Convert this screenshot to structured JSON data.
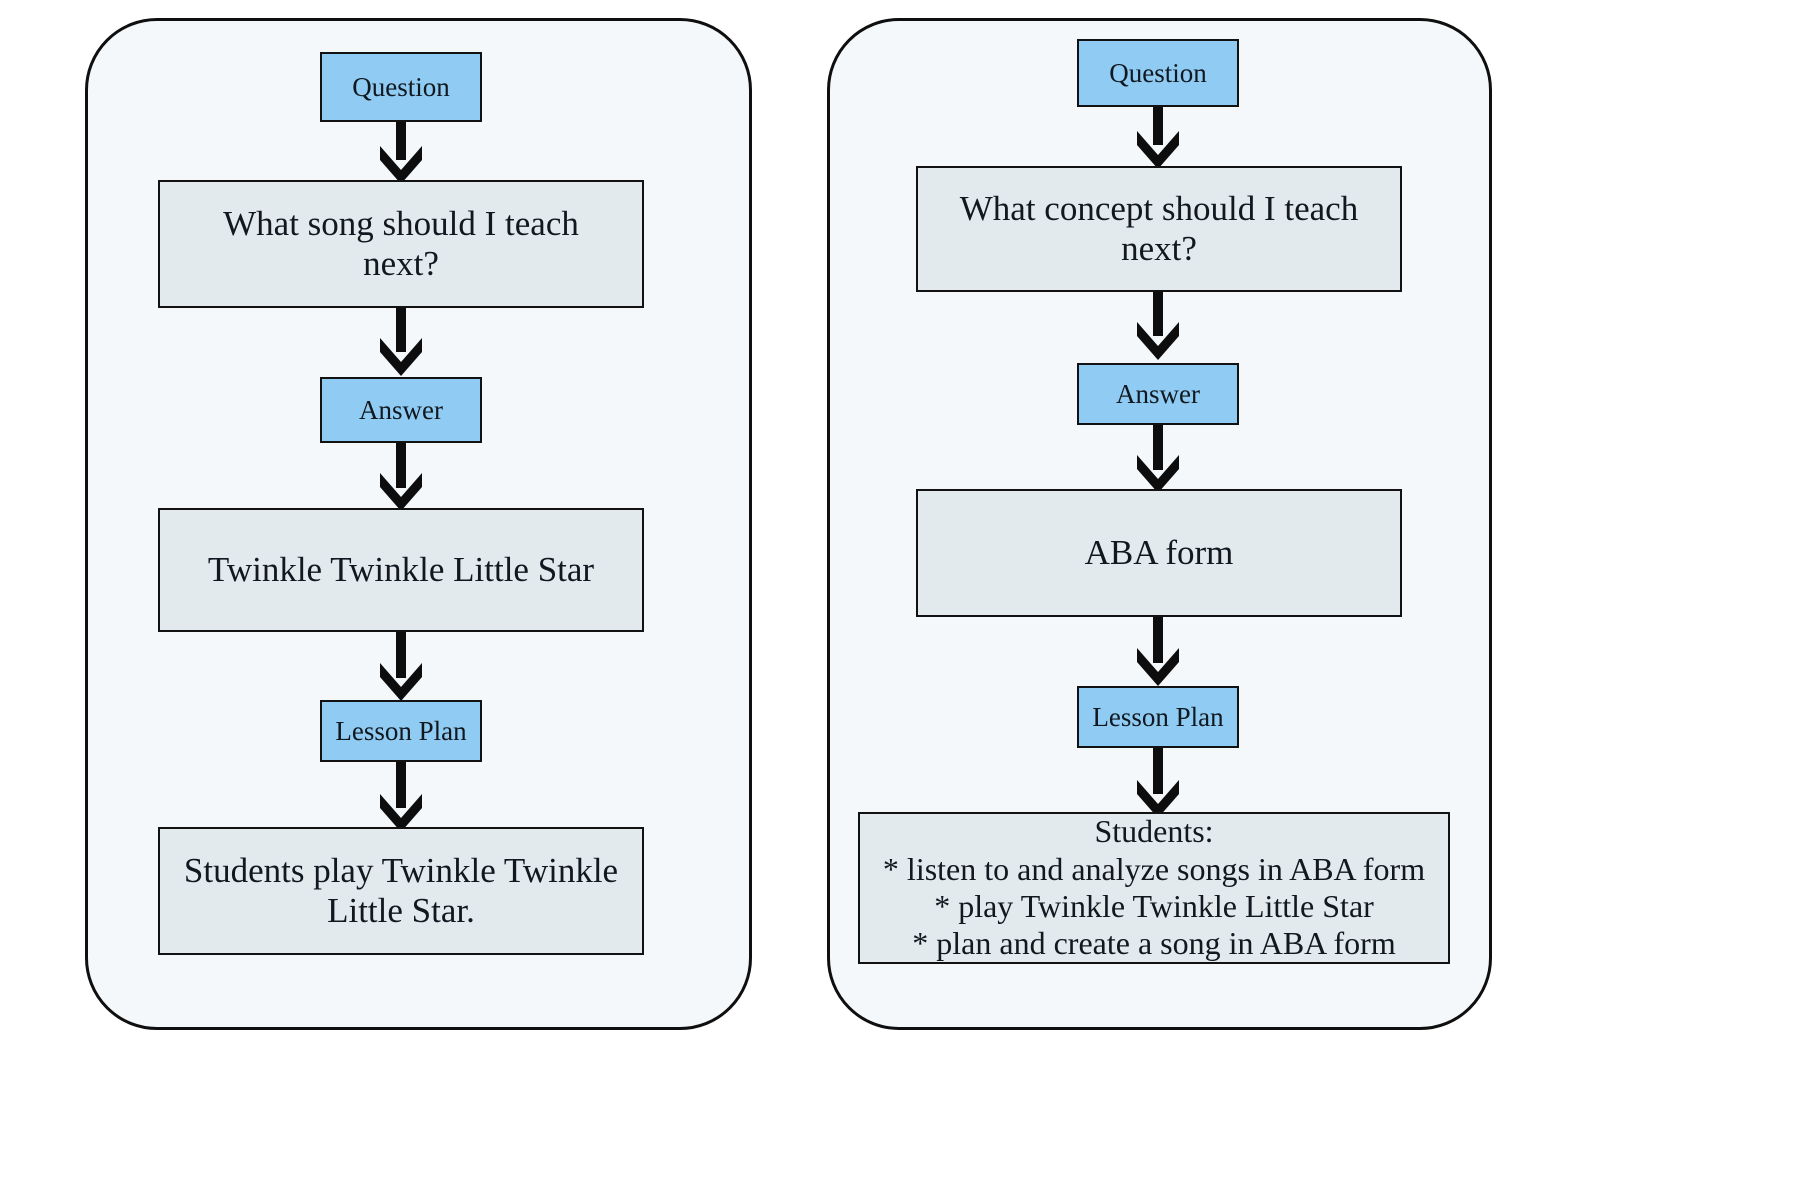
{
  "diagram": {
    "type": "flowchart-comparison",
    "orientation": "two-parallel-vertical-flows",
    "colors": {
      "node_blue": "#8FCBF2",
      "node_grey": "#E3EAEE",
      "panel_fill": "#F4F8FA",
      "stroke": "#121212",
      "text": "#11181F"
    }
  },
  "panels": [
    {
      "id": "left",
      "name": "song-centered-flow",
      "nodes": [
        {
          "kind": "label",
          "label": "Question"
        },
        {
          "kind": "content",
          "label": "What song should I teach\nnext?"
        },
        {
          "kind": "label",
          "label": "Answer"
        },
        {
          "kind": "content",
          "label": "Twinkle Twinkle Little Star"
        },
        {
          "kind": "label",
          "label": "Lesson Plan"
        },
        {
          "kind": "content",
          "label": "Students play Twinkle Twinkle\nLittle Star."
        }
      ]
    },
    {
      "id": "right",
      "name": "concept-centered-flow",
      "nodes": [
        {
          "kind": "label",
          "label": "Question"
        },
        {
          "kind": "content",
          "label": "What concept should I teach\nnext?"
        },
        {
          "kind": "label",
          "label": "Answer"
        },
        {
          "kind": "content",
          "label": "ABA form"
        },
        {
          "kind": "label",
          "label": "Lesson Plan"
        },
        {
          "kind": "content",
          "label": "Students:\n* listen to and analyze songs in ABA form\n* play Twinkle Twinkle Little Star\n* plan and create a song in ABA form"
        }
      ]
    }
  ],
  "arrows": {
    "count": 10,
    "style": "solid-thick-black-down-chevron"
  }
}
